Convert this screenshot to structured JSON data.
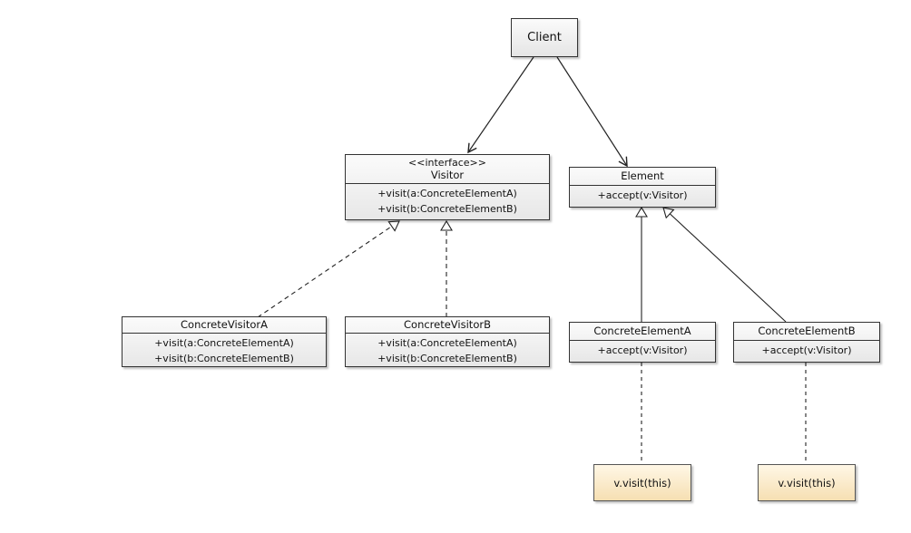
{
  "client": {
    "name": "Client"
  },
  "visitor": {
    "stereotype": "<<interface>>",
    "name": "Visitor",
    "ops": [
      "+visit(a:ConcreteElementA)",
      "+visit(b:ConcreteElementB)"
    ]
  },
  "element": {
    "name": "Element",
    "ops": [
      "+accept(v:Visitor)"
    ]
  },
  "concrete_visitor_a": {
    "name": "ConcreteVisitorA",
    "ops": [
      "+visit(a:ConcreteElementA)",
      "+visit(b:ConcreteElementB)"
    ]
  },
  "concrete_visitor_b": {
    "name": "ConcreteVisitorB",
    "ops": [
      "+visit(a:ConcreteElementA)",
      "+visit(b:ConcreteElementB)"
    ]
  },
  "concrete_element_a": {
    "name": "ConcreteElementA",
    "ops": [
      "+accept(v:Visitor)"
    ]
  },
  "concrete_element_b": {
    "name": "ConcreteElementB",
    "ops": [
      "+accept(v:Visitor)"
    ]
  },
  "notes": {
    "note_a": "v.visit(this)",
    "note_b": "v.visit(this)"
  }
}
